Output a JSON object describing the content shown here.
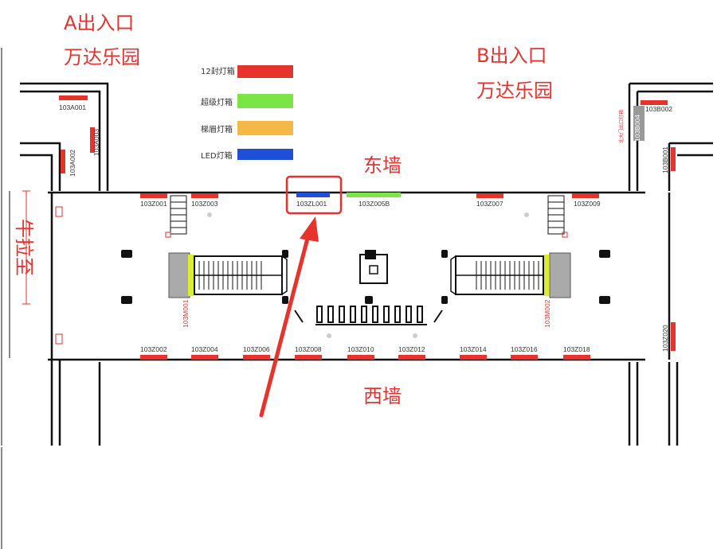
{
  "exits": {
    "a_title": "A出入口",
    "a_sub": "万达乐园",
    "b_title": "B出入口",
    "b_sub": "万达乐园"
  },
  "walls": {
    "east": "东墙",
    "west": "西墙",
    "north_vertical": "牛拉至"
  },
  "legend": [
    {
      "label": "12封灯箱",
      "color": "#e8322c"
    },
    {
      "label": "超级灯箱",
      "color": "#7ae544"
    },
    {
      "label": "梯眉灯箱",
      "color": "#f4b847"
    },
    {
      "label": "LED灯箱",
      "color": "#1f4fd8"
    }
  ],
  "codes": {
    "a001": "103A001",
    "a002": "103A002",
    "a003": "103A003",
    "b001": "103B001",
    "b002": "103B002",
    "b004": "103B004",
    "b004_side": "北大门出口灯箱",
    "z001": "103Z001",
    "z003": "103Z003",
    "zl001": "103ZL001",
    "z005b": "103Z005B",
    "z007": "103Z007",
    "z009": "103Z009",
    "z002": "103Z002",
    "z004": "103Z004",
    "z006": "103Z006",
    "z008": "103Z008",
    "z010": "103Z010",
    "z012": "103Z012",
    "z014": "103Z014",
    "z016": "103Z016",
    "z018": "103Z018",
    "z020": "103Z020",
    "m001": "103M001",
    "m002": "103M002"
  },
  "colors": {
    "accent_red": "#e8322c",
    "super_green": "#7ae544",
    "led_blue": "#1f4fd8",
    "escalator_yellow": "#d9ef2e"
  }
}
